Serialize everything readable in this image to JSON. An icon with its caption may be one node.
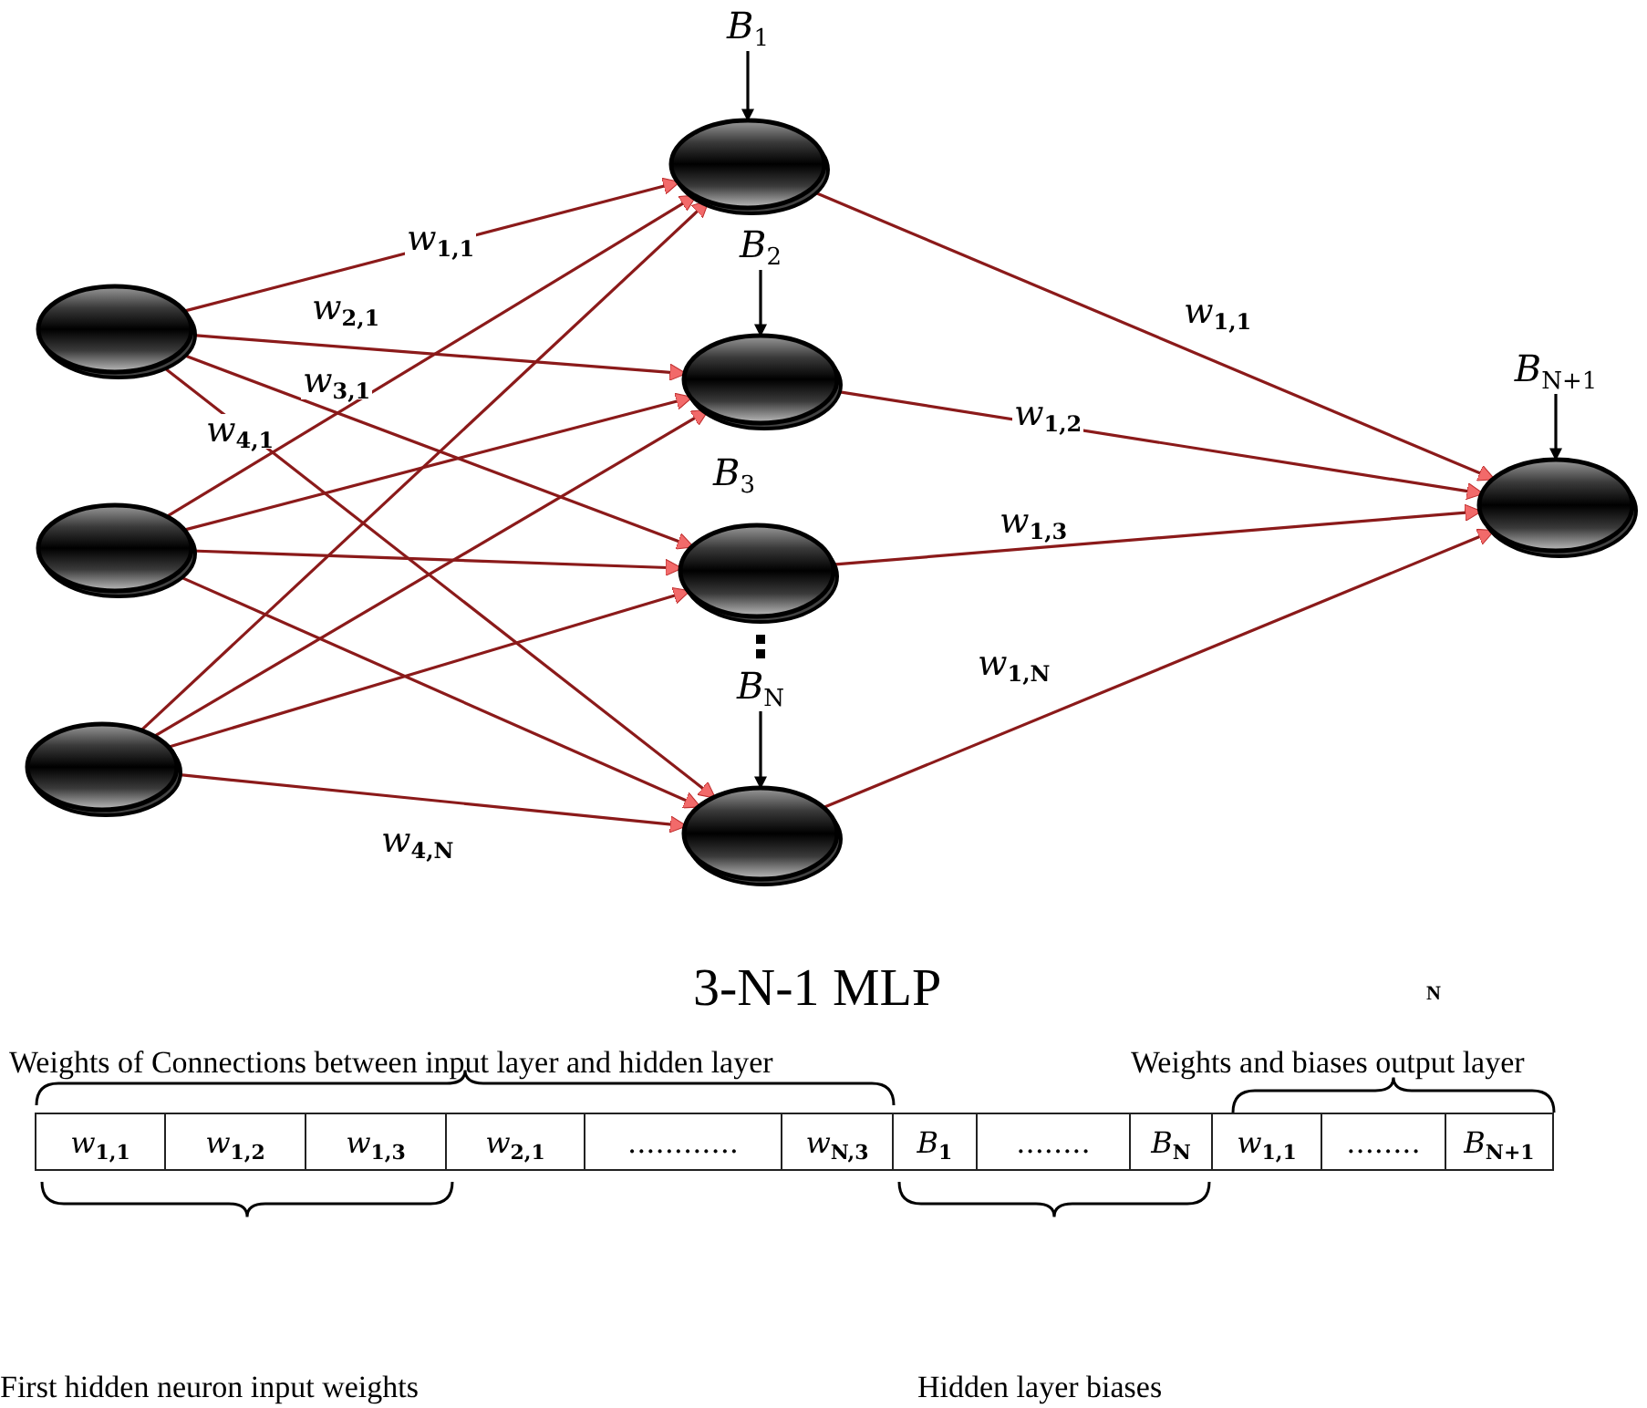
{
  "diagram": {
    "nodes": [
      {
        "text": [],
        "shape": "circle"
      },
      {
        "text": [],
        "shape": "circle"
      },
      {
        "text": [],
        "shape": "circle"
      },
      {
        "text": [],
        "shape": "circle"
      },
      {
        "text": [],
        "shape": "circle"
      },
      {
        "text": [],
        "shape": "circle"
      },
      {
        "text": [],
        "shape": "circle"
      },
      {
        "text": [],
        "shape": "circle"
      },
      {
        "text": [
          "*B*$_{1}$"
        ]
      },
      {
        "text": [
          "*B*$_{2}$"
        ]
      },
      {
        "text": [
          "*B*$_{N}$"
        ]
      },
      {
        "text": [
          "*B*$_{N+1}$"
        ]
      }
    ],
    "edges": [
      {
        "from": 0,
        "to": 3,
        "arrow": "to",
        "label": "*w*$_{1,1}$"
      },
      {
        "from": 0,
        "to": 4,
        "arrow": "to",
        "label": "*w*$_{2,1}$"
      },
      {
        "from": 0,
        "to": 5,
        "arrow": "to",
        "label": "*w*$_{3,1}$"
      },
      {
        "from": 0,
        "to": 6,
        "arrow": "to",
        "label": "*w*$_{4,1}$"
      },
      {
        "from": 1,
        "to": 3,
        "arrow": "to"
      },
      {
        "from": 1,
        "to": 4,
        "arrow": "to"
      },
      {
        "from": 1,
        "to": 5,
        "arrow": "to"
      },
      {
        "from": 1,
        "to": 6,
        "arrow": "to"
      },
      {
        "from": 2,
        "to": 3,
        "arrow": "to"
      },
      {
        "from": 2,
        "to": 4,
        "arrow": "to"
      },
      {
        "from": 2,
        "to": 5,
        "arrow": "to"
      },
      {
        "from": 2,
        "to": 6,
        "arrow": "to",
        "label": "*w*$_{4,N}$"
      },
      {
        "from": 3,
        "to": 7,
        "arrow": "to",
        "label": "*w*$_{1,1}$"
      },
      {
        "from": 4,
        "to": 7,
        "arrow": "to",
        "label": "*w*$_{1,2}$"
      },
      {
        "from": 5,
        "to": 7,
        "arrow": "to",
        "label": "*w*$_{1,3}$"
      },
      {
        "from": 6,
        "to": 7,
        "arrow": "to",
        "label": "*w*$_{1,N}$"
      },
      {
        "from": 8,
        "to": 3,
        "arrow": "to",
        "color": "#000000"
      },
      {
        "from": 9,
        "to": 4,
        "arrow": "to",
        "color": "#000000"
      },
      {
        "from": 10,
        "to": 6,
        "arrow": "to",
        "color": "#000000"
      },
      {
        "from": 11,
        "to": 7,
        "arrow": "to",
        "color": "#000000"
      }
    ],
    "caption": "3-N-1 MLP",
    "labels": [
      "*B*$_{3}$",
      "N",
      "Weights of Connections between input layer and hidden layer",
      "Weights and biases output layer",
      "*w*$_{1,1}$",
      "*w*$_{1,2}$",
      "*w*$_{1,3}$",
      "*w*$_{2,1}$",
      "............",
      "*w*$_{N,3}$",
      "*B*$_{1}$",
      "........",
      "*B*$_{N}$",
      "*w*$_{1,1}$",
      "........",
      "*B*$_{N+1}$",
      "First hidden neuron input weights",
      "Hidden layer biases"
    ]
  }
}
